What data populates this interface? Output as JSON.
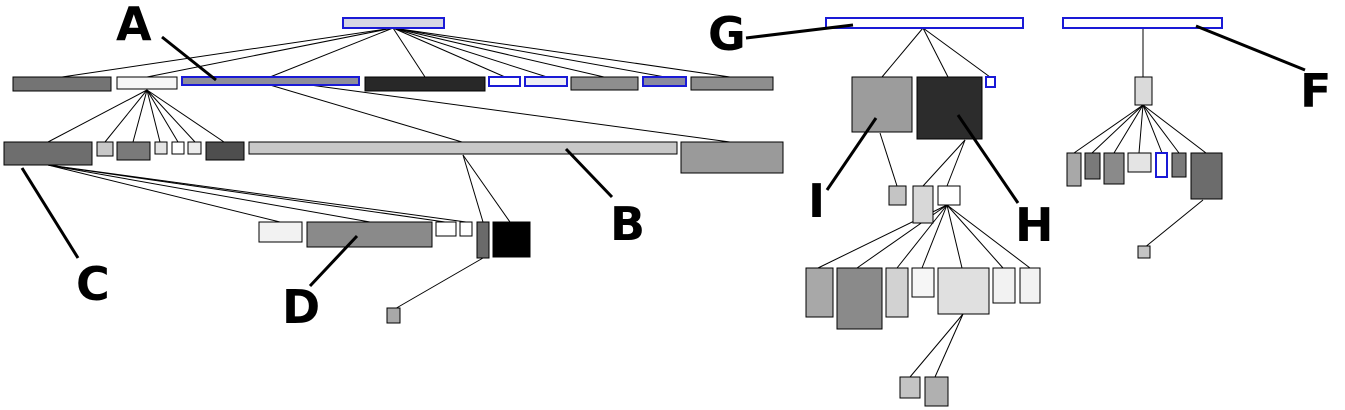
{
  "labels": {
    "a": "A",
    "b": "B",
    "c": "C",
    "d": "D",
    "g": "G",
    "f": "F",
    "h": "H",
    "i": "I"
  },
  "colors": {
    "selected_outline": "#1a1ad6",
    "selected_fill": "#d6d6e4",
    "node_outline": "#000000",
    "background": "#ffffff"
  }
}
